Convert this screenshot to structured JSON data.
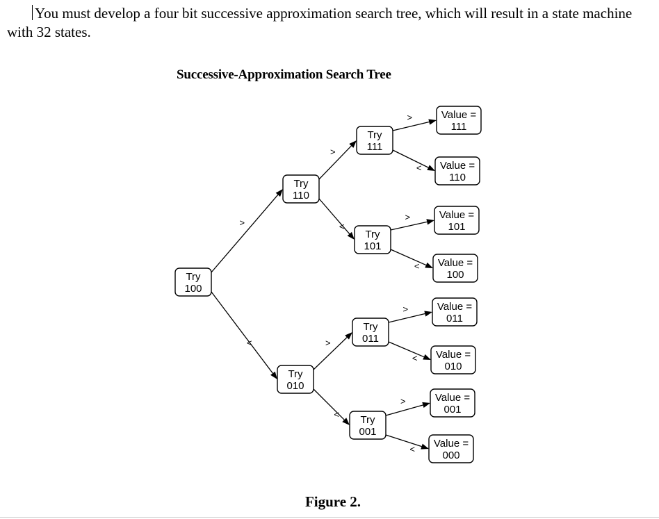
{
  "intro_text": "You must develop a four bit successive approximation search tree, which will result in a state machine with 32 states.",
  "diagram": {
    "title": "Successive-Approximation Search Tree",
    "nodes": [
      {
        "id": "n100",
        "line1": "Try",
        "line2": "100"
      },
      {
        "id": "n110",
        "line1": "Try",
        "line2": "110"
      },
      {
        "id": "n010",
        "line1": "Try",
        "line2": "010"
      },
      {
        "id": "n111",
        "line1": "Try",
        "line2": "111"
      },
      {
        "id": "n101",
        "line1": "Try",
        "line2": "101"
      },
      {
        "id": "n011",
        "line1": "Try",
        "line2": "011"
      },
      {
        "id": "n001",
        "line1": "Try",
        "line2": "001"
      },
      {
        "id": "v111",
        "line1": "Value =",
        "line2": "111"
      },
      {
        "id": "v110",
        "line1": "Value =",
        "line2": "110"
      },
      {
        "id": "v101",
        "line1": "Value =",
        "line2": "101"
      },
      {
        "id": "v100",
        "line1": "Value =",
        "line2": "100"
      },
      {
        "id": "v011",
        "line1": "Value =",
        "line2": "011"
      },
      {
        "id": "v010",
        "line1": "Value =",
        "line2": "010"
      },
      {
        "id": "v001",
        "line1": "Value =",
        "line2": "001"
      },
      {
        "id": "v000",
        "line1": "Value =",
        "line2": "000"
      }
    ],
    "edges": [
      {
        "from": "n100",
        "to": "n110",
        "label": ">"
      },
      {
        "from": "n100",
        "to": "n010",
        "label": "<"
      },
      {
        "from": "n110",
        "to": "n111",
        "label": ">"
      },
      {
        "from": "n110",
        "to": "n101",
        "label": "<"
      },
      {
        "from": "n010",
        "to": "n011",
        "label": ">"
      },
      {
        "from": "n010",
        "to": "n001",
        "label": "<"
      },
      {
        "from": "n111",
        "to": "v111",
        "label": ">"
      },
      {
        "from": "n111",
        "to": "v110",
        "label": "<"
      },
      {
        "from": "n101",
        "to": "v101",
        "label": ">"
      },
      {
        "from": "n101",
        "to": "v100",
        "label": "<"
      },
      {
        "from": "n011",
        "to": "v011",
        "label": ">"
      },
      {
        "from": "n011",
        "to": "v010",
        "label": "<"
      },
      {
        "from": "n001",
        "to": "v001",
        "label": ">"
      },
      {
        "from": "n001",
        "to": "v000",
        "label": "<"
      }
    ]
  },
  "caption": "Figure 2."
}
